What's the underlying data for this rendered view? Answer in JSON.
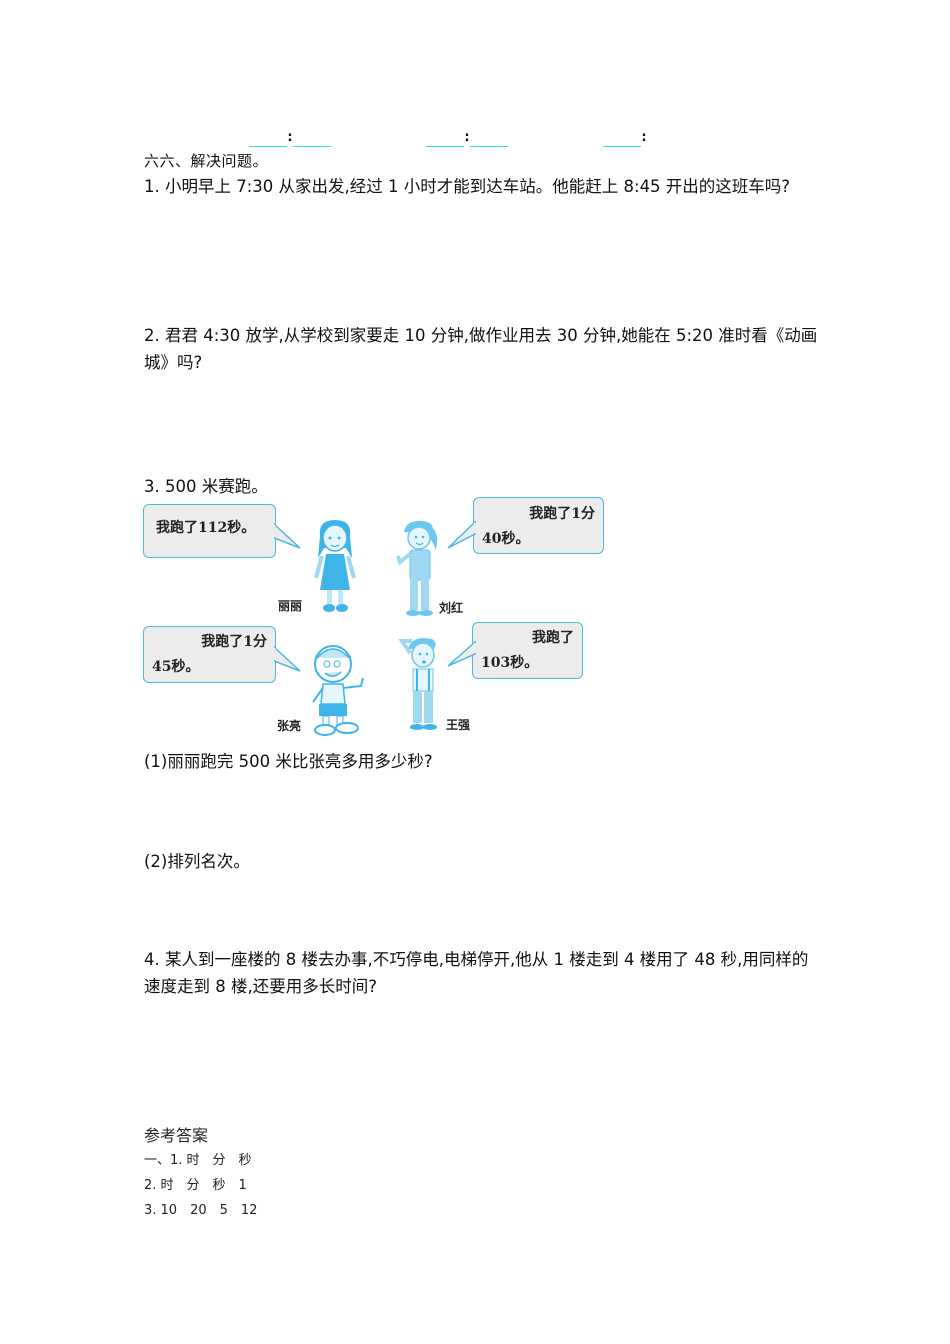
{
  "top_blanks": [
    {
      "left": "____",
      "sep": ":",
      "right": "____"
    },
    {
      "left": "____",
      "sep": ":",
      "right": "____"
    },
    {
      "left": "____",
      "sep": ":",
      "right": ""
    }
  ],
  "section": {
    "title": "六六、解决问题。"
  },
  "questions": [
    {
      "text": "1. 小明早上 7:30 从家出发,经过 1 小时才能到达车站。他能赶上 8:45 开出的这班车吗?"
    },
    {
      "text": "2. 君君 4:30 放学,从学校到家要走 10 分钟,做作业用去 30 分钟,她能在 5:20 准时看《动画城》吗?"
    },
    {
      "text": "3. 500 米赛跑。"
    },
    {
      "text": "4. 某人到一座楼的 8 楼去办事,不巧停电,电梯停开,他从 1 楼走到 4 楼用了 48 秒,用同样的速度走到 8 楼,还要用多长时间?"
    }
  ],
  "race": {
    "runners": [
      {
        "name": "丽丽",
        "bubble_line1": "我跑了112秒。",
        "bubble_line2": ""
      },
      {
        "name": "刘红",
        "bubble_line1": "我跑了1分",
        "bubble_line2": "40秒。"
      },
      {
        "name": "张亮",
        "bubble_line1": "我跑了1分",
        "bubble_line2": "45秒。"
      },
      {
        "name": "王强",
        "bubble_line1": "我跑了",
        "bubble_line2": "103秒。"
      }
    ],
    "sub_questions": [
      {
        "text": "(1)丽丽跑完 500 米比张亮多用多少秒?"
      },
      {
        "text": "(2)排列名次。"
      }
    ]
  },
  "answers": {
    "title": "参考答案",
    "lines": [
      "一、1. 时　分　秒",
      "2. 时　分　秒　1",
      "3. 10　20　5　12"
    ]
  },
  "colors": {
    "blank_underline": "#33d6e0",
    "bubble_border": "#4bb8e0",
    "bubble_fill": "#ececec",
    "figure_blue": "#3fb4e8"
  }
}
